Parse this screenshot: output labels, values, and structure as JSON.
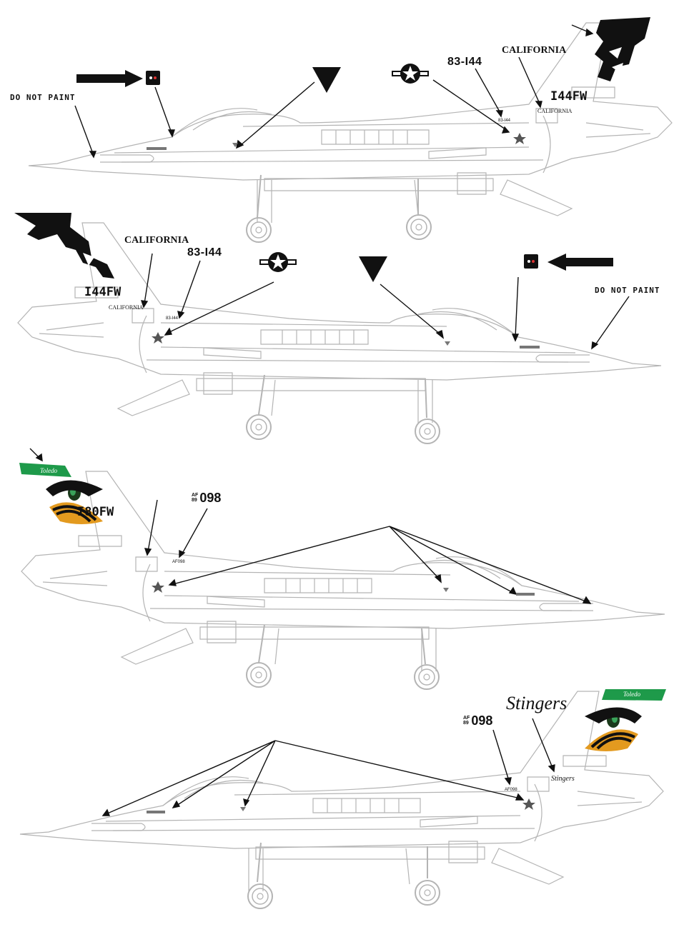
{
  "profile1": {
    "do_not_paint": "DO NOT PAINT",
    "serial": "83-I44",
    "state": "CALIFORNIA",
    "unit": "I44FW",
    "fin_state": "CALIFORNIA",
    "small_serial": "83-I44"
  },
  "profile2": {
    "do_not_paint": "DO NOT PAINT",
    "serial": "83-I44",
    "state": "CALIFORNIA",
    "unit": "I44FW",
    "fin_state": "CALIFORNIA",
    "small_serial": "83-I44"
  },
  "profile3": {
    "af_top": "AF",
    "af_bottom": "89",
    "serial": "098",
    "unit": "I80FW",
    "fin_band": "Toledo",
    "small_serial": "AF098"
  },
  "profile4": {
    "af_top": "AF",
    "af_bottom": "89",
    "serial": "098",
    "squadron": "Stingers",
    "fin_name": "Stingers",
    "fin_band": "Toledo",
    "small_serial": "AF098"
  },
  "colors": {
    "outline": "#b4b4b4",
    "ink": "#111111",
    "green": "#1e9a4a"
  },
  "icons": [
    "arrow-right-icon",
    "arrow-left-icon",
    "square-stencil-icon",
    "triangle-stencil-icon",
    "star-bar-roundel-icon",
    "eagle-emblem-icon",
    "hornet-emblem-icon"
  ]
}
